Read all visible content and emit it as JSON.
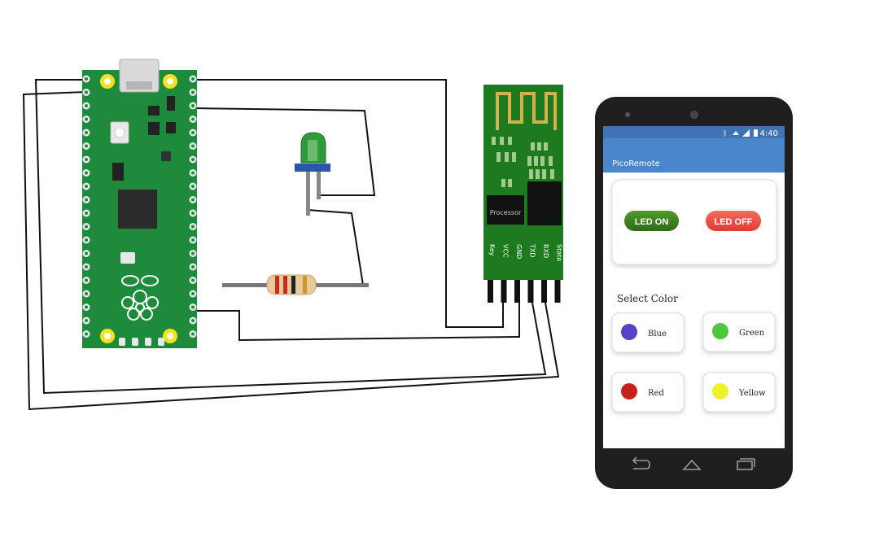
{
  "module": {
    "chip_label": "Processor",
    "pins": [
      "Key",
      "VCC",
      "GND",
      "TXD",
      "RXD",
      "State"
    ]
  },
  "phone": {
    "status_time": "4:40",
    "app_title": "PicoRemote",
    "led_on_label": "LED ON",
    "led_off_label": "LED OFF",
    "section_label": "Select Color",
    "colors": [
      {
        "label": "Blue",
        "dot": "#5a3fc8"
      },
      {
        "label": "Green",
        "dot": "#4cc93a"
      },
      {
        "label": "Red",
        "dot": "#c8201e"
      },
      {
        "label": "Yellow",
        "dot": "#eef02a"
      }
    ],
    "accent": "#4a86cc",
    "on_color": "#3b7a22",
    "off_color": "#ee5248"
  },
  "board": {
    "color": "#1e8a3c"
  }
}
